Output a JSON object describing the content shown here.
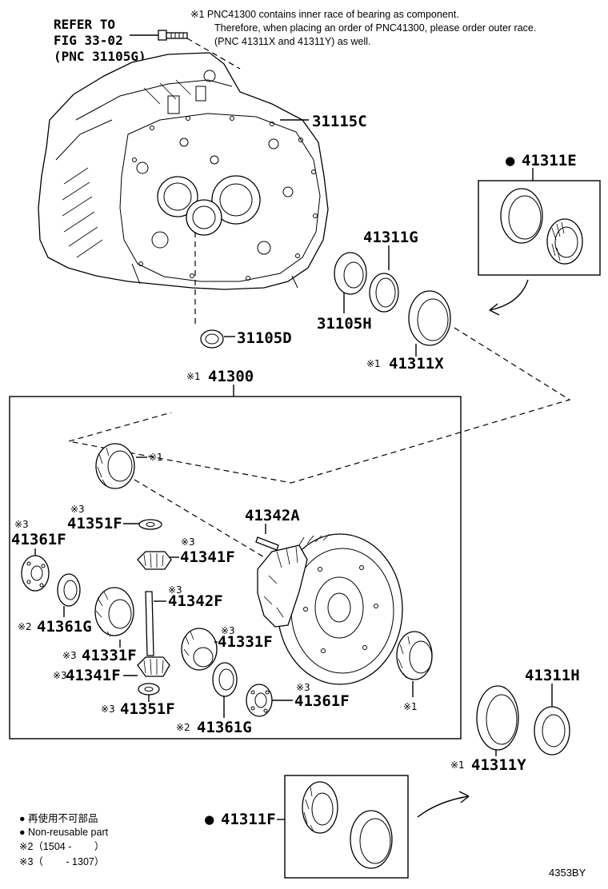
{
  "notes": {
    "line1": "※1 PNC41300 contains inner race of bearing as component.",
    "line2": "Therefore, when placing an order of PNC41300, please order outer race.",
    "line3": "(PNC 41311X and 41311Y) as well."
  },
  "refer": {
    "line1": "REFER TO",
    "line2": "FIG 33-02",
    "line3": "(PNC 31105G)"
  },
  "labels": {
    "l31115C": "31115C",
    "l31105D": "31105D",
    "l41311E": "41311E",
    "l41311G": "41311G",
    "l31105H": "31105H",
    "l41311X": "41311X",
    "l41300": "41300",
    "l41342A": "41342A",
    "l41351F_top": "41351F",
    "l41361F_left": "41361F",
    "l41341F_top": "41341F",
    "l41342F": "41342F",
    "l41361G_left": "41361G",
    "l41331F_left": "41331F",
    "l41331F_right": "41331F",
    "l41341F_bottom": "41341F",
    "l41351F_bottom": "41351F",
    "l41361G_bottom": "41361G",
    "l41361F_right": "41361F",
    "l41311H": "41311H",
    "l41311Y": "41311Y",
    "l41311F": "41311F"
  },
  "marks": {
    "m1": "※1",
    "m2": "※2",
    "m3": "※3",
    "dot": "●"
  },
  "legend": {
    "jp": "● 再使用不可部品",
    "en": "● Non-reusable part",
    "r2": "※2（1504 -　　 ）",
    "r3": "※3（　　 - 1307）"
  },
  "figure_code": "4353BY"
}
